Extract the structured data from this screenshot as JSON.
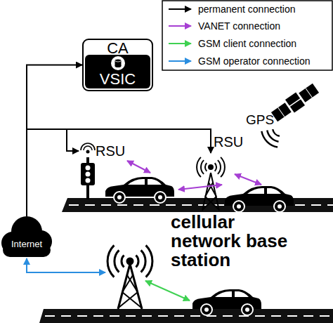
{
  "diagram": {
    "nodes": [
      {
        "text": [
          "CA",
          "VSIC"
        ]
      },
      {
        "text": [
          "RSU"
        ]
      },
      {
        "text": [
          "RSU"
        ]
      },
      {
        "text": [
          "Internet"
        ]
      },
      {
        "text": [
          "cellular network base station"
        ]
      }
    ],
    "edges": [
      {
        "from": 3,
        "to": 0,
        "arrow": "to"
      },
      {
        "from": 3,
        "to": 2,
        "arrow": "to"
      },
      {
        "from": 3,
        "to": 1,
        "arrow": "to"
      },
      {
        "from": 3,
        "to": 4,
        "arrow": "both"
      }
    ],
    "labels": [
      "GPS"
    ],
    "legend": [
      {
        "text": "permanent connection"
      },
      {
        "text": "VANET connection"
      },
      {
        "text": "GSM client connection"
      },
      {
        "text": "GSM operator connection"
      }
    ]
  }
}
